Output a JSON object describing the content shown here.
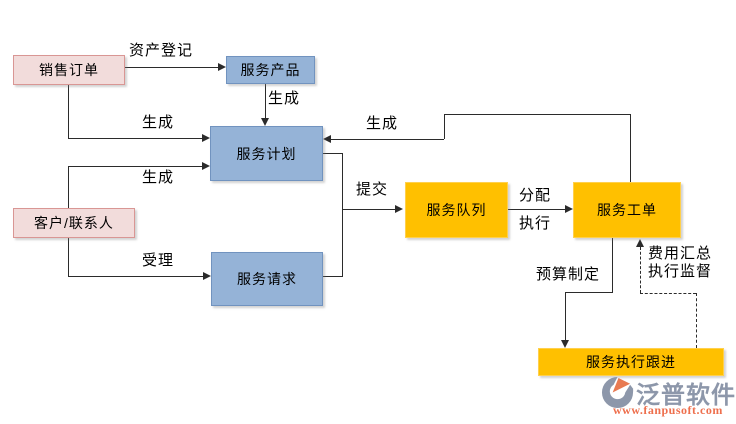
{
  "nodes": {
    "sales_order": {
      "label": "销售订单",
      "fill": "#f2dcdb",
      "border": "#d99694"
    },
    "service_product": {
      "label": "服务产品",
      "fill": "#95b3d7",
      "border": "#7193bf"
    },
    "service_plan": {
      "label": "服务计划",
      "fill": "#95b3d7",
      "border": "#7193bf"
    },
    "customer": {
      "label": "客户/联系人",
      "fill": "#f2dcdb",
      "border": "#d99694"
    },
    "service_request": {
      "label": "服务请求",
      "fill": "#95b3d7",
      "border": "#7193bf"
    },
    "service_queue": {
      "label": "服务队列",
      "fill": "#ffc000",
      "border": "#ffd04d"
    },
    "service_order": {
      "label": "服务工单",
      "fill": "#ffc000",
      "border": "#ffd04d"
    },
    "service_tracking": {
      "label": "服务执行跟进",
      "fill": "#ffc000",
      "border": "#ffd04d"
    }
  },
  "edge_labels": {
    "asset_register": "资产登记",
    "generate_product_to_plan": "生成",
    "generate_sales_to_plan": "生成",
    "generate_customer_to_plan": "生成",
    "accept": "受理",
    "generate_order_to_plan": "生成",
    "submit": "提交",
    "assign": "分配",
    "execute": "执行",
    "budget_making": "预算制定",
    "cost_summary": "费用汇总",
    "execution_supervision": "执行监督"
  },
  "logo": {
    "brand": "泛普软件",
    "url": "www.fanpusoft.com",
    "brand_color": "#8d97aa",
    "url_color": "#ee6f4d",
    "icon_accent_color": "#e87a52"
  }
}
